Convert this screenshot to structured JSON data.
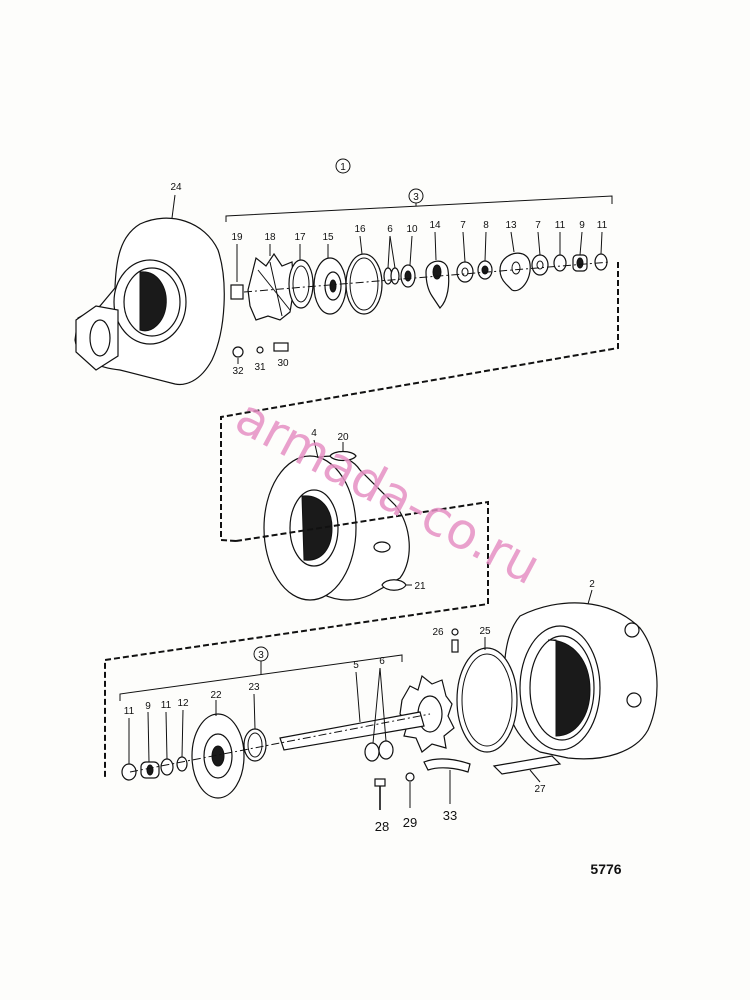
{
  "diagram": {
    "callouts": {
      "ref_1": "1",
      "ref_3_top": "3",
      "ref_3_bottom": "3",
      "p24": "24",
      "p19": "19",
      "p18": "18",
      "p17": "17",
      "p15": "15",
      "p16": "16",
      "p6_top": "6",
      "p10": "10",
      "p14": "14",
      "p7a": "7",
      "p8": "8",
      "p13": "13",
      "p7b": "7",
      "p11a": "11",
      "p9_top": "9",
      "p11b": "11",
      "p32": "32",
      "p31": "31",
      "p30": "30",
      "p4": "4",
      "p20": "20",
      "p21": "21",
      "p2": "2",
      "p26": "26",
      "p25": "25",
      "p11c": "11",
      "p9_bot": "9",
      "p11d": "11",
      "p12": "12",
      "p22": "22",
      "p23": "23",
      "p5": "5",
      "p6_bot": "6",
      "p27": "27",
      "p28": "28",
      "p29": "29",
      "p33": "33"
    },
    "figure_code": "5776",
    "watermark": "armada-co.ru"
  }
}
